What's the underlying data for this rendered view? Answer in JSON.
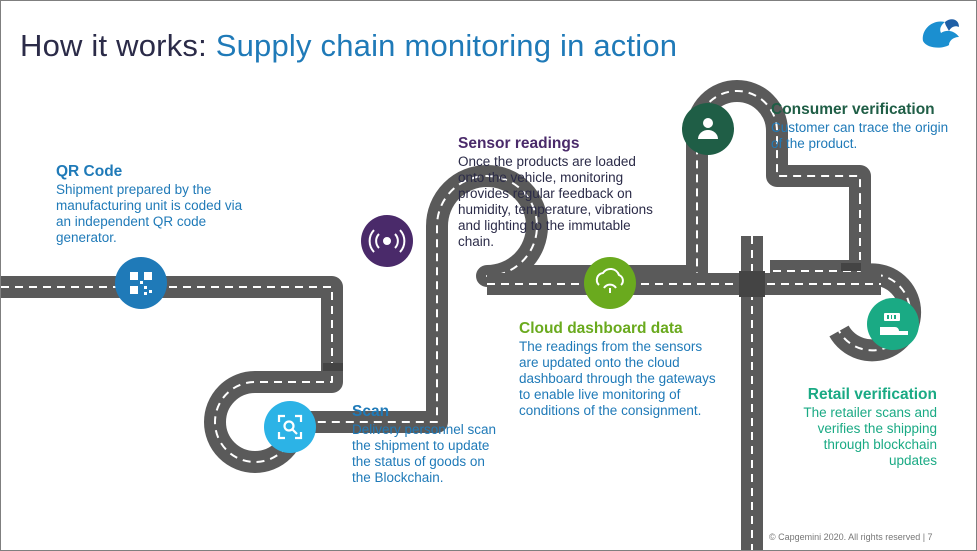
{
  "title": {
    "part1": "How it works: ",
    "part2": "Supply chain monitoring in action"
  },
  "steps": {
    "qr": {
      "title": "QR Code",
      "body": "Shipment prepared by the manufacturing unit is coded via an independent QR code generator.",
      "icon": "qr-code-icon",
      "color": "#1f7ab8"
    },
    "sensor": {
      "title": "Sensor readings",
      "body": "Once the products are loaded onto the vehicle, monitoring provides regular feedback on humidity, temperature, vibrations and lighting to the immutable chain.",
      "icon": "sensor-signal-icon",
      "color": "#4a2a6a"
    },
    "consumer": {
      "title": "Consumer verification",
      "body": "Customer can trace the origin of the product.",
      "icon": "user-icon",
      "color": "#1f5e46"
    },
    "cloud": {
      "title": "Cloud dashboard data",
      "body": "The readings from the sensors are updated onto the cloud dashboard through the gateways to enable live monitoring of conditions of the consignment.",
      "icon": "cloud-dashboard-icon",
      "color": "#6aaa1e"
    },
    "scan": {
      "title": "Scan",
      "body": "Delivery personnel scan the shipment to update the status of goods on the Blockchain.",
      "icon": "scan-icon",
      "color": "#2cb3e6"
    },
    "retail": {
      "title": "Retail verification",
      "body": "The retailer scans and verifies the shipping through blockchain updates",
      "icon": "retail-scan-icon",
      "color": "#1aaa84"
    }
  },
  "footer": "© Capgemini 2020. All rights reserved | 7"
}
